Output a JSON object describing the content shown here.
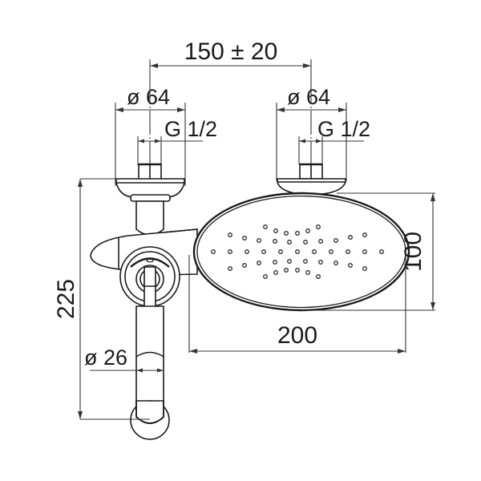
{
  "drawing": {
    "title": "Wall-mounted bath/shower mixer with oval hand shower - technical drawing",
    "units": "mm",
    "line_color": "#1a1a1a",
    "background": "#ffffff"
  },
  "dimensions": {
    "inlet_spacing": "150 ± 20",
    "left_flange_diameter": "ø 64",
    "right_flange_diameter": "ø 64",
    "left_thread": "G 1/2",
    "right_thread": "G 1/2",
    "total_height": "225",
    "spout_diameter": "ø 26",
    "shower_head_width": "200",
    "shower_head_height": "100"
  },
  "shower_head": {
    "shape": "oval",
    "spray_hole_rows": [
      {
        "row": 1,
        "count": 6
      },
      {
        "row": 2,
        "count": 11
      },
      {
        "row": 3,
        "count": 11
      },
      {
        "row": 4,
        "count": 11
      },
      {
        "row": 5,
        "count": 11
      },
      {
        "row": 6,
        "count": 6
      }
    ]
  }
}
